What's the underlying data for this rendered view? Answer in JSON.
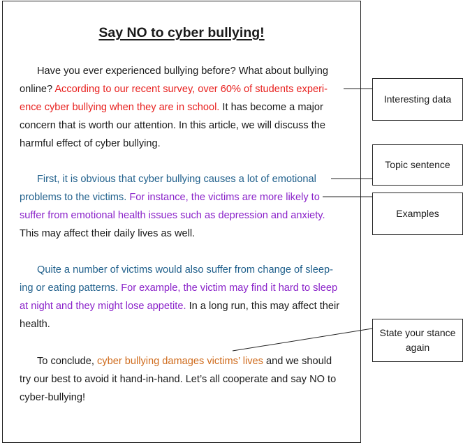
{
  "document": {
    "title": "Say NO to cyber bullying!",
    "paragraphs": [
      [
        {
          "text": "Have you ever experienced bullying before? What about bullying online? ",
          "style": "plain"
        },
        {
          "text": "According to our recent survey, over 60% of students experi-ence cyber bullying when they are in school.",
          "style": "red"
        },
        {
          "text": " It has become a major concern that is worth our attention. In this article, we will discuss the harmful effect of cyber bullying.",
          "style": "plain"
        }
      ],
      [
        {
          "text": "First, it is obvious that cyber bullying causes a lot of emotional problems to the victims.",
          "style": "blue"
        },
        {
          "text": " For instance, the victims are more likely to suffer from emotional health issues such as depression and anxiety.",
          "style": "purple"
        },
        {
          "text": " This may affect their daily lives as well.",
          "style": "plain"
        }
      ],
      [
        {
          "text": "Quite a number of victims would also suffer from change of sleep-ing or eating patterns.",
          "style": "blue"
        },
        {
          "text": " For example, the victim may find it hard to sleep at night and they might lose appetite.",
          "style": "purple"
        },
        {
          "text": " In a long run, this may affect their health.",
          "style": "plain"
        }
      ],
      [
        {
          "text": "To conclude, ",
          "style": "plain"
        },
        {
          "text": "cyber bullying damages victims’ lives",
          "style": "orange"
        },
        {
          "text": " and we should try our best to avoid it hand-in-hand. Let’s all cooperate and say NO to cyber-bullying!",
          "style": "plain"
        }
      ]
    ]
  },
  "annotations": {
    "interesting_data": "Interesting data",
    "topic_sentence": "Topic sentence",
    "examples": "Examples",
    "state_stance": "State your stance again"
  },
  "colors": {
    "red": "#e8211f",
    "blue": "#1f5f8b",
    "purple": "#8a22c9",
    "orange": "#cf6b1c",
    "text": "#1a1a1a",
    "border": "#222222"
  }
}
